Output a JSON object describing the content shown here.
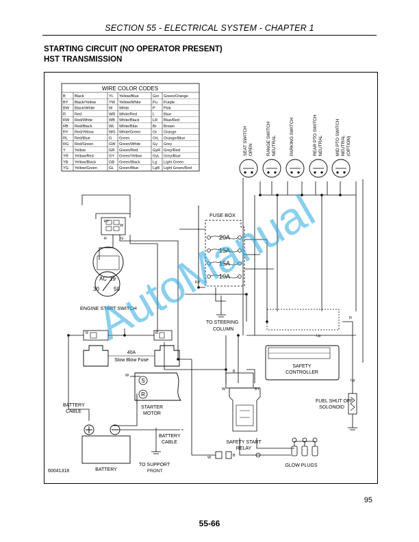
{
  "header": {
    "section": "SECTION 55 - ELECTRICAL SYSTEM - CHAPTER 1",
    "title_line1": "STARTING CIRCUIT (NO OPERATOR PRESENT)",
    "title_line2": "HST TRANSMISSION"
  },
  "wire_codes": {
    "title": "WIRE COLOR CODES",
    "rows": [
      [
        "B",
        "Black",
        "YL",
        "Yellow/Blue",
        "Gor",
        "Green/Orange"
      ],
      [
        "BY",
        "Black/Yellow",
        "YW",
        "Yellow/White",
        "Pu",
        "Purple"
      ],
      [
        "BW",
        "Black/White",
        "W",
        "White",
        "P",
        "Pink"
      ],
      [
        "R",
        "Red",
        "WR",
        "White/Red",
        "L",
        "Blue"
      ],
      [
        "RW",
        "Red/White",
        "WB",
        "White/Black",
        "LR",
        "Blue/Red"
      ],
      [
        "RB",
        "Red/Black",
        "WL",
        "White/Blue",
        "Br",
        "Brown"
      ],
      [
        "RY",
        "Red/Yellow",
        "WG",
        "White/Green",
        "Or",
        "Orange"
      ],
      [
        "RL",
        "Red/Blue",
        "G",
        "Green",
        "OrL",
        "Orange/Blue"
      ],
      [
        "RG",
        "Red/Green",
        "GW",
        "Green/White",
        "Gy",
        "Grey"
      ],
      [
        "Y",
        "Yellow",
        "GR",
        "Green/Red",
        "GyR",
        "Grey/Red"
      ],
      [
        "YR",
        "Yellow/Red",
        "GY",
        "Green/Yellow",
        "GyL",
        "Grey/Blue"
      ],
      [
        "YB",
        "Yellow/Black",
        "GB",
        "Green/Black",
        "Lg",
        "Light Green"
      ],
      [
        "YG",
        "Yellow/Green",
        "GL",
        "Green/Blue",
        "LgR",
        "Light Green/Red"
      ]
    ]
  },
  "switches": [
    {
      "line1": "SEAT SWITCH",
      "line2": "OPEN",
      "line3": ""
    },
    {
      "line1": "RANGE SWITCH",
      "line2": "NEUTRAL",
      "line3": ""
    },
    {
      "line1": "PARKING SWITCH",
      "line2": "",
      "line3": ""
    },
    {
      "line1": "REAR PTO SWITCH",
      "line2": "NEUTRAL",
      "line3": ""
    },
    {
      "line1": "MID PTO SWITCH",
      "line2": "NEUTRAL",
      "line3": "(OPTION)"
    }
  ],
  "fuse_box": {
    "label": "FUSE BOX",
    "fuses": [
      "20A",
      "15A",
      "15A",
      "10A"
    ]
  },
  "labels": {
    "engine_start_switch": "ENGINE START SWITCH",
    "to_steering_1": "TO STEERING",
    "to_steering_2": "COLUMN",
    "slow_blow_1": "40A",
    "slow_blow_2": "Slow Blow Fuse",
    "safety_controller_1": "SAFETY",
    "safety_controller_2": "CONTROLLER",
    "fuel_shutoff_1": "FUEL SHUT OFF",
    "fuel_shutoff_2": "SOLONOID",
    "battery_cable_1": "BATTERY",
    "battery_cable_2": "CABLE",
    "starter_1": "STARTER",
    "starter_2": "MOTOR",
    "battery_cable_b1": "BATTERY",
    "battery_cable_b2": "CABLE",
    "safety_relay_1": "SAFETY START",
    "safety_relay_2": "RELAY",
    "battery": "BATTERY",
    "to_support_1": "TO SUPPORT",
    "to_support_2": "FRONT",
    "glow_plugs": "GLOW PLUGS",
    "figure_id": "60041318",
    "ignition_terms": [
      "AC",
      "19",
      "30",
      "50"
    ],
    "wire_tags": [
      "RY",
      "W",
      "R",
      "G",
      "R",
      "R",
      "W",
      "W",
      "B",
      "BY",
      "W",
      "B",
      "Lg",
      "Lg",
      "R",
      "RY"
    ],
    "sr_marks": [
      "S",
      "R"
    ]
  },
  "watermark": "AutoManual",
  "footer": {
    "page_number": "95",
    "page_ref": "55-66"
  }
}
